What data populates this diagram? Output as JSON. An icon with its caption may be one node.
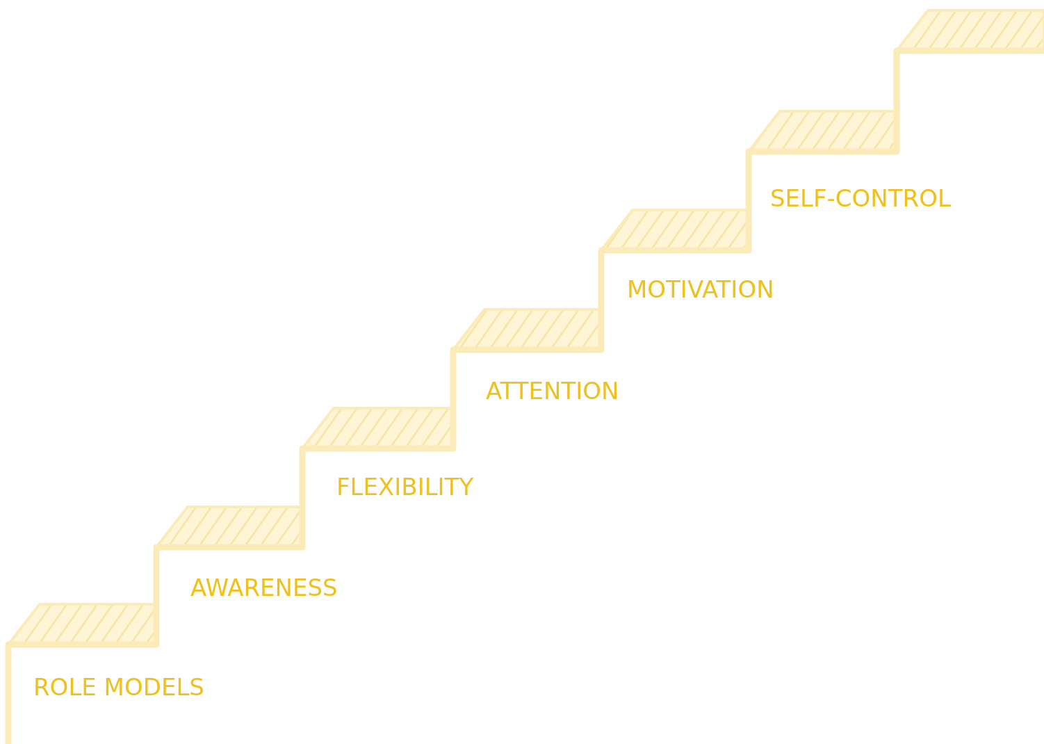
{
  "diagram": {
    "labels": [
      "ROLE MODELS",
      "AWARENESS",
      "FLEXIBILITY",
      "ATTENTION",
      "MOTIVATION",
      "SELF-CONTROL"
    ]
  }
}
